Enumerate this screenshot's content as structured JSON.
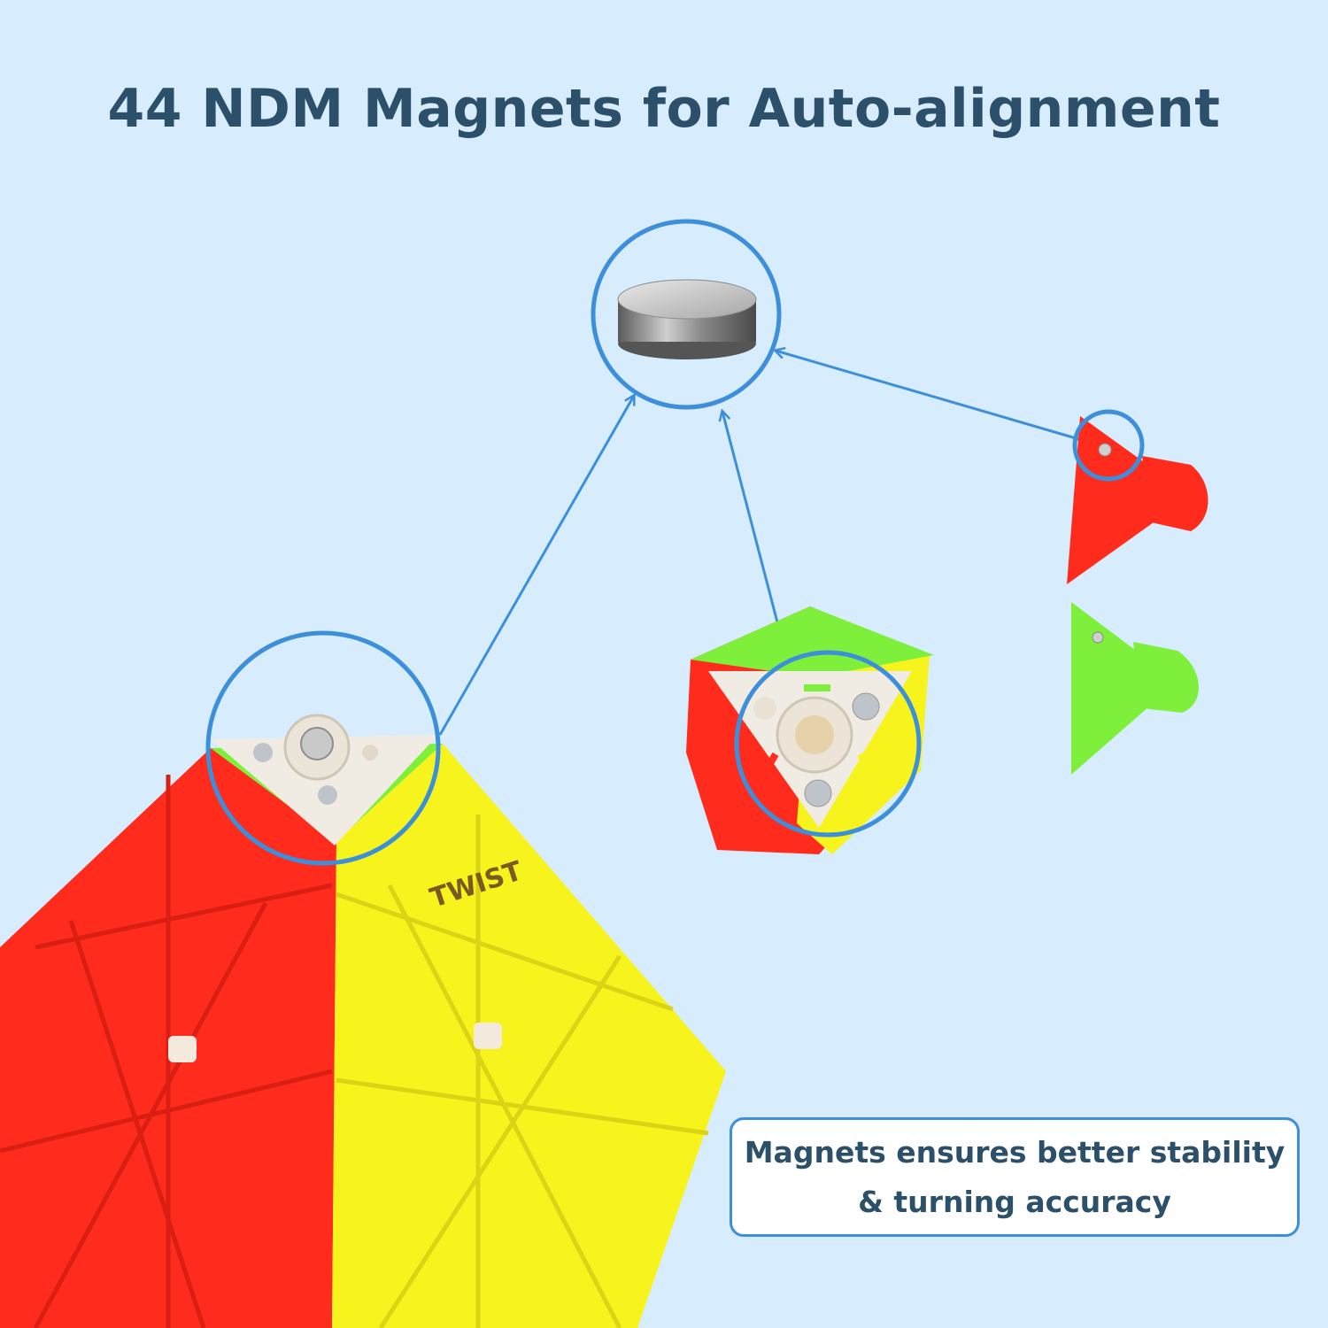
{
  "title": "44 NDM Magnets for Auto-alignment",
  "caption": {
    "line1": "Magnets ensures better stability",
    "line2": "& turning accuracy"
  },
  "brand": "TWIST",
  "colors": {
    "background": "#d7edfd",
    "title_text": "#2c5069",
    "highlight_ring": "#3d8fdc",
    "red": "#ff2b1c",
    "yellow": "#f7f31c",
    "green": "#7ef03c"
  }
}
